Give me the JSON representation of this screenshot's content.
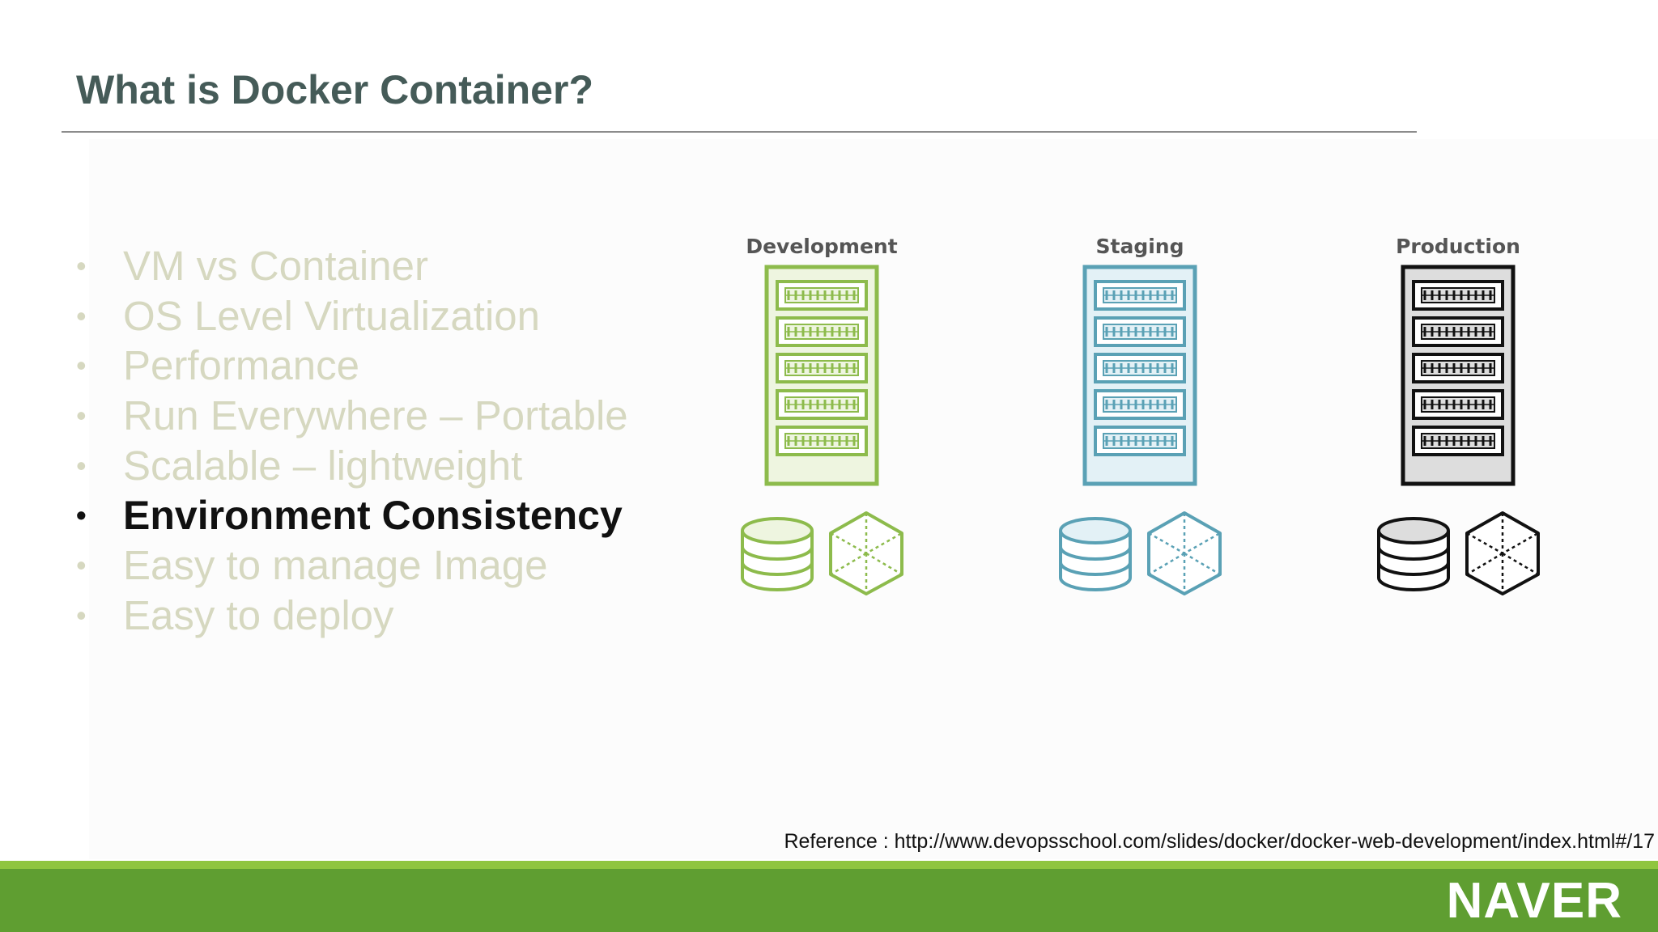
{
  "slide": {
    "title": "What is Docker Container?",
    "bullets": [
      {
        "text": "VM vs Container",
        "active": false
      },
      {
        "text": "OS Level Virtualization",
        "active": false
      },
      {
        "text": "Performance",
        "active": false
      },
      {
        "text": "Run Everywhere – Portable",
        "active": false
      },
      {
        "text": "Scalable – lightweight",
        "active": false
      },
      {
        "text": "Environment Consistency",
        "active": true
      },
      {
        "text": "Easy to manage Image",
        "active": false
      },
      {
        "text": "Easy to deploy",
        "active": false
      }
    ],
    "bullet_glyph": "•",
    "diagram": {
      "environments": [
        {
          "label": "Development",
          "color": "#8dbb4c",
          "fill": "#eef5e0"
        },
        {
          "label": "Staging",
          "color": "#5aa1b5",
          "fill": "#e3f1f6"
        },
        {
          "label": "Production",
          "color": "#111111",
          "fill": "#dddddd"
        }
      ],
      "icons": [
        "server-rack-icon",
        "database-icon",
        "container-cube-icon"
      ]
    },
    "reference": "Reference : http://www.devopsschool.com/slides/docker/docker-web-development/index.html#/17",
    "logo": "NAVER",
    "colors": {
      "title": "#455b58",
      "inactive_bullet": "#d6d8c0",
      "active_bullet": "#111111",
      "footer": "#5f9e31",
      "footer_stripe": "#8fc540"
    }
  }
}
